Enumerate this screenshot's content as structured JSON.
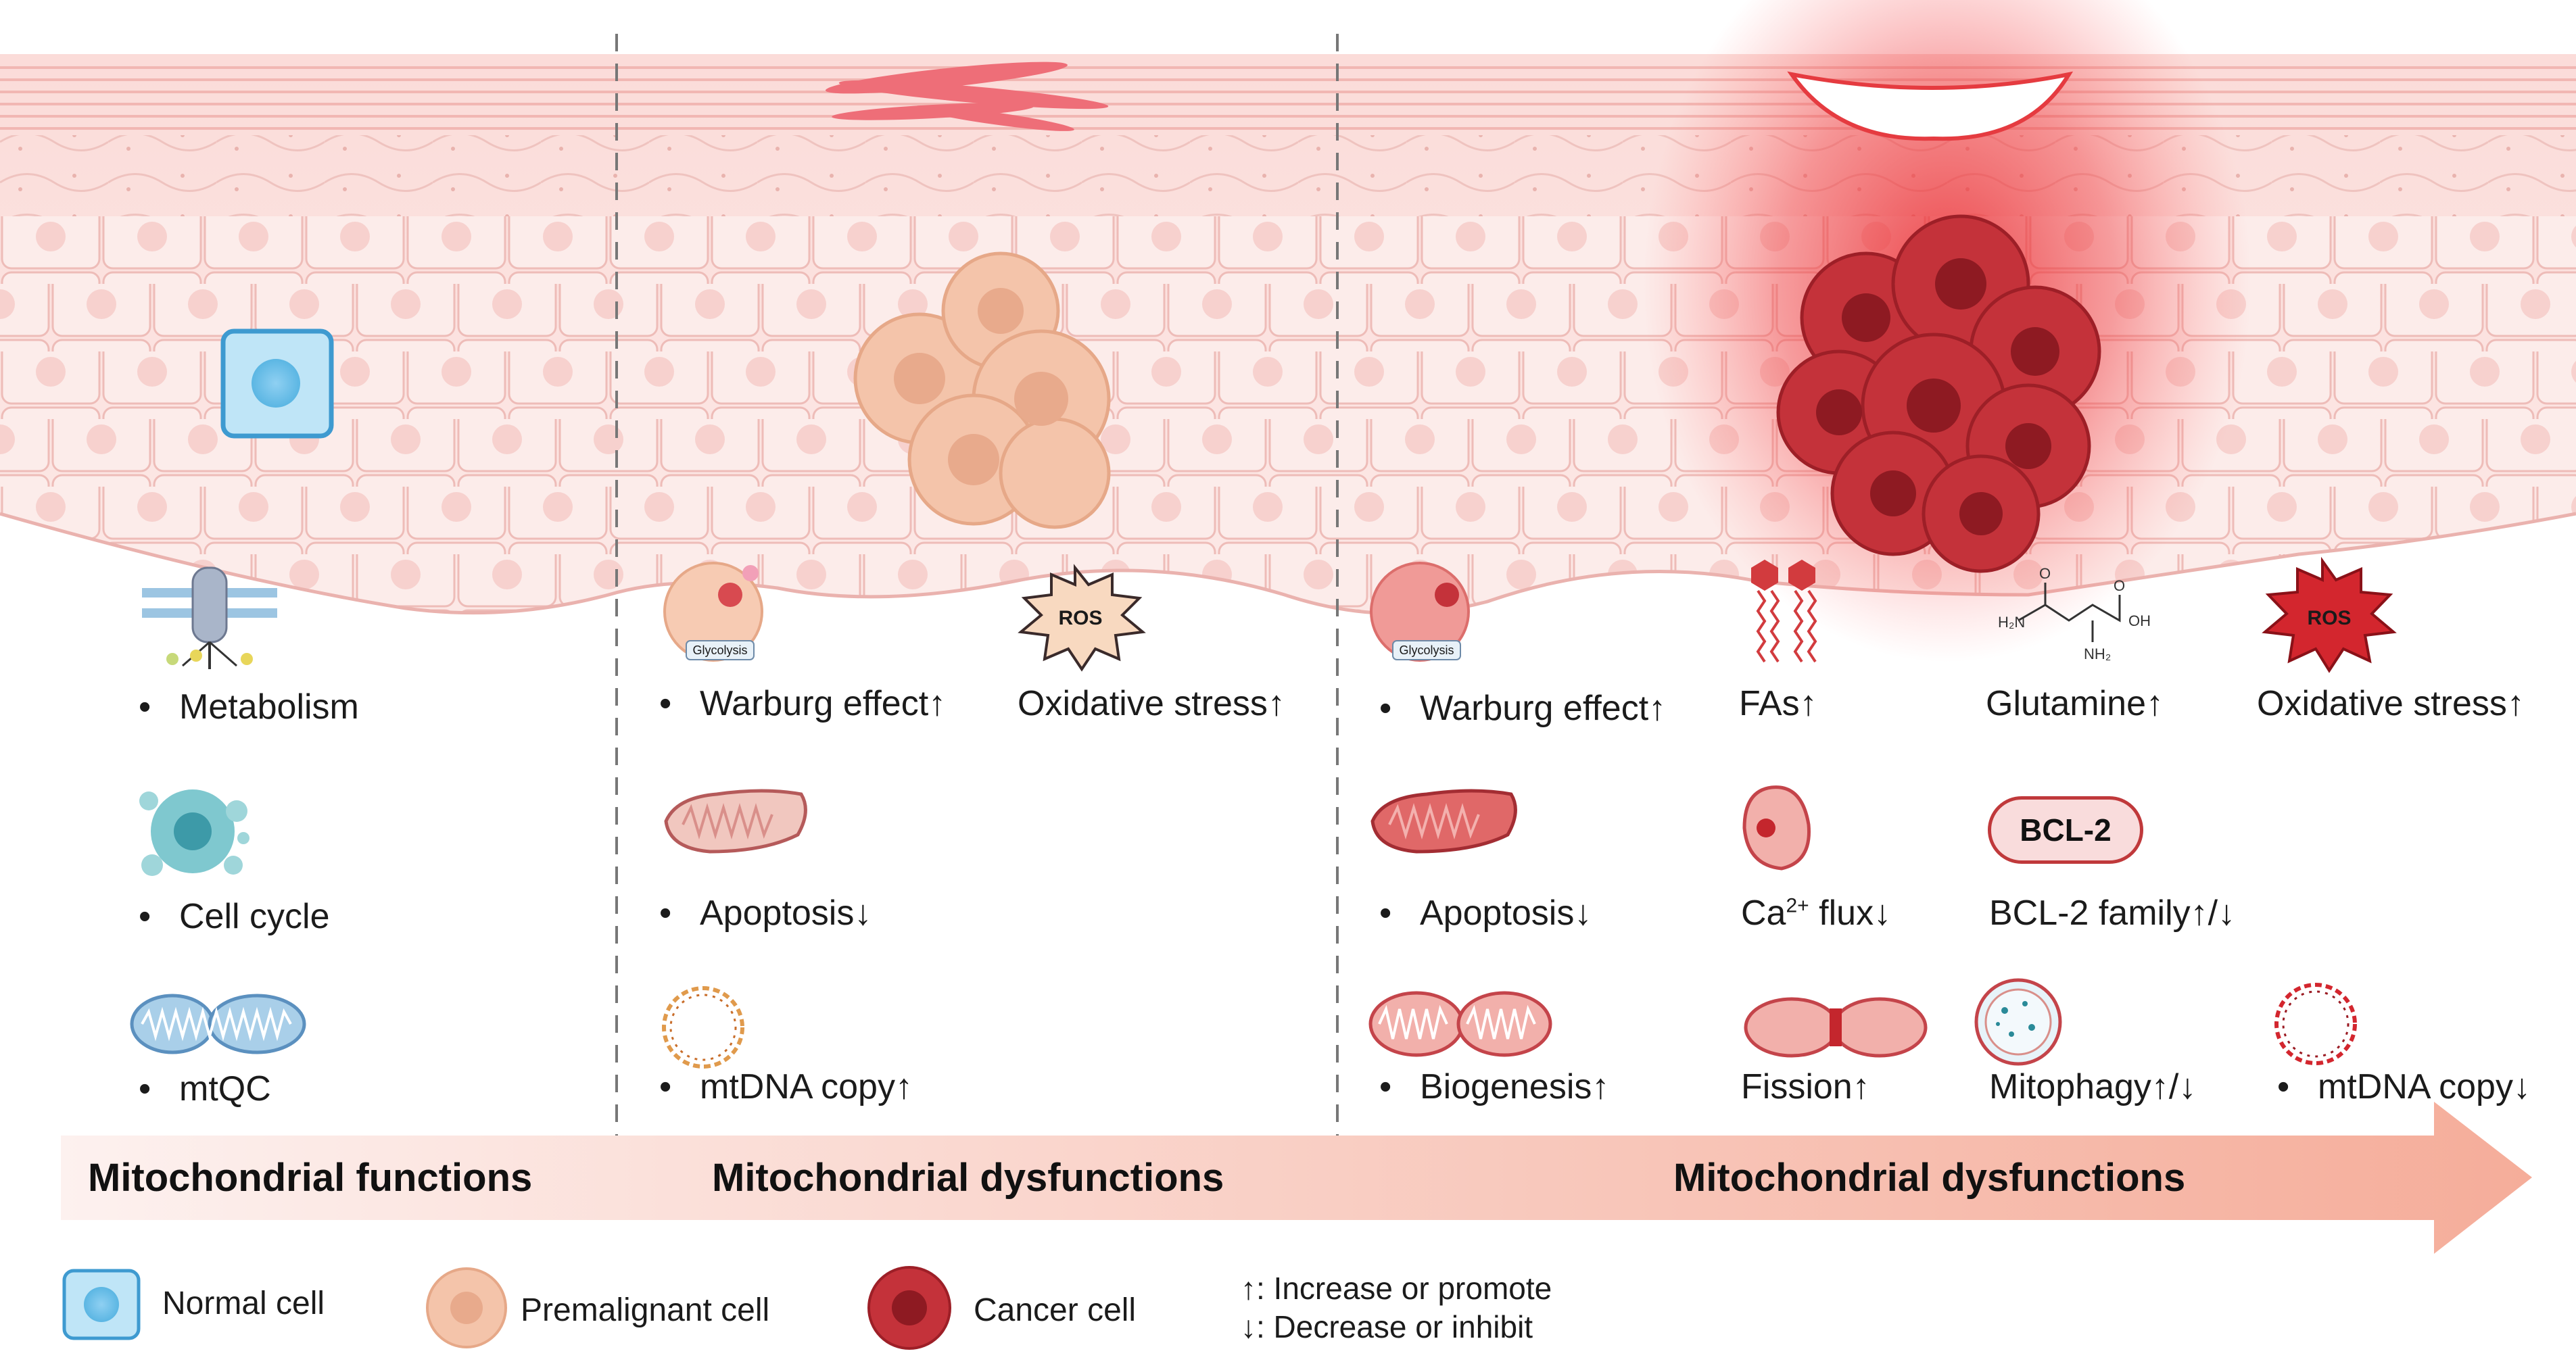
{
  "stages": {
    "normal": {
      "title": "Mitochondrial functions",
      "items": [
        "Metabolism",
        "Cell cycle",
        "mtQC"
      ]
    },
    "premalignant": {
      "title": "Mitochondrial dysfunctions",
      "items": [
        "Warburg effect↑",
        "Oxidative stress↑",
        "Apoptosis↓",
        "mtDNA copy↑"
      ]
    },
    "cancer": {
      "title": "Mitochondrial dysfunctions",
      "items": [
        "Warburg effect↑",
        "FAs↑",
        "Glutamine↑",
        "Oxidative stress↑",
        "Apoptosis↓",
        "flux↓",
        "BCL-2 family↑/↓",
        "Biogenesis↑",
        "Fission↑",
        "Mitophagy↑/↓",
        "mtDNA copy↓"
      ]
    }
  },
  "icon_text": {
    "ros": "ROS",
    "glycolysis": "Glycolysis",
    "bcl2": "BCL-2",
    "ca": "Ca",
    "ca_sup": "2+",
    "h2n": "H₂N",
    "oh": "OH",
    "o": "O",
    "nh2": "NH₂"
  },
  "legend": {
    "normal_cell": "Normal cell",
    "premalignant_cell": "Premalignant cell",
    "cancer_cell": "Cancer cell",
    "increase": "↑: Increase or promote",
    "decrease": "↓: Decrease or inhibit"
  },
  "colors": {
    "normal": "#5bb6e3",
    "premalignant": "#f2b99a",
    "cancer": "#b3262b",
    "tissue": "#fbe3e1",
    "arrow": "#f6b6a4"
  }
}
